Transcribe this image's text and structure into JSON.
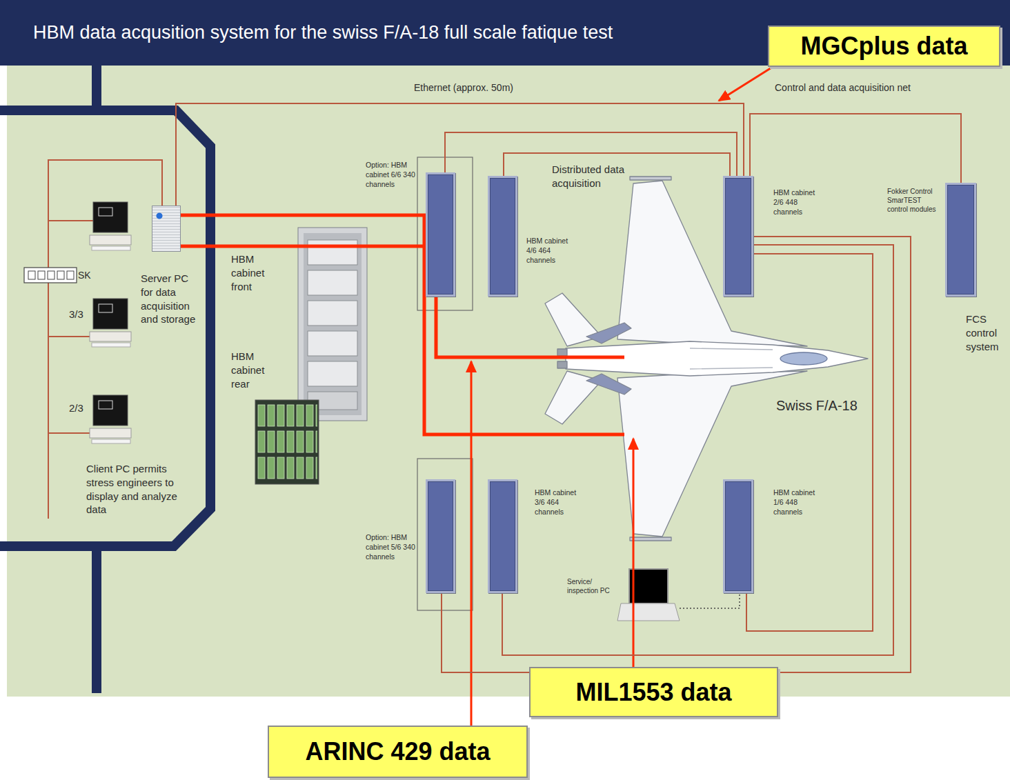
{
  "diagram": {
    "title": "HBM data acqusition system for the swiss F/A-18 full scale fatique test",
    "nodes": [
      {
        "text": [
          "Server PC for data acquisition and storage"
        ]
      },
      {
        "text": [
          "Option: HBM cabinet 6/6 340 channels"
        ]
      },
      {
        "text": [
          "HBM cabinet 4/6 464 channels"
        ]
      },
      {
        "text": [
          "HBM cabinet 2/6 448 channels"
        ]
      },
      {
        "text": [
          "Fokker Control SmarTEST control modules",
          "FCS control system"
        ]
      },
      {
        "text": [
          "Option: HBM cabinet 5/6 340 channels"
        ]
      },
      {
        "text": [
          "HBM cabinet 3/6 464 channels"
        ]
      },
      {
        "text": [
          "HBM cabinet 1/6 448 channels"
        ]
      },
      {
        "text": [
          "Swiss F/A-18"
        ]
      },
      {
        "text": [
          "Service/ inspection PC"
        ]
      },
      {
        "text": [
          "MGCplus data"
        ]
      },
      {
        "text": [
          "MIL1553 data"
        ]
      },
      {
        "text": [
          "ARINC 429 data"
        ]
      }
    ],
    "edges": [
      {
        "from": 0,
        "to": 3,
        "arrow": "none"
      },
      {
        "from": 1,
        "to": 3,
        "arrow": "none"
      },
      {
        "from": 2,
        "to": 3,
        "arrow": "none"
      },
      {
        "from": 4,
        "to": 3,
        "arrow": "none"
      },
      {
        "from": 3,
        "to": 7,
        "arrow": "none"
      },
      {
        "from": 3,
        "to": 6,
        "arrow": "none"
      },
      {
        "from": 3,
        "to": 5,
        "arrow": "none"
      },
      {
        "from": 0,
        "to": 8,
        "arrow": "none"
      },
      {
        "from": 0,
        "to": 8,
        "arrow": "none"
      },
      {
        "from": 9,
        "to": 7,
        "arrow": "none"
      }
    ],
    "labels": [
      "Ethernet (approx. 50m)",
      "Control and data acquisition net",
      "Distributed data acquisition",
      "HBM cabinet front",
      "SK",
      "3/3",
      "HBM cabinet rear",
      "2/3",
      "Client PC permits stress engineers to display and analyze data"
    ]
  }
}
